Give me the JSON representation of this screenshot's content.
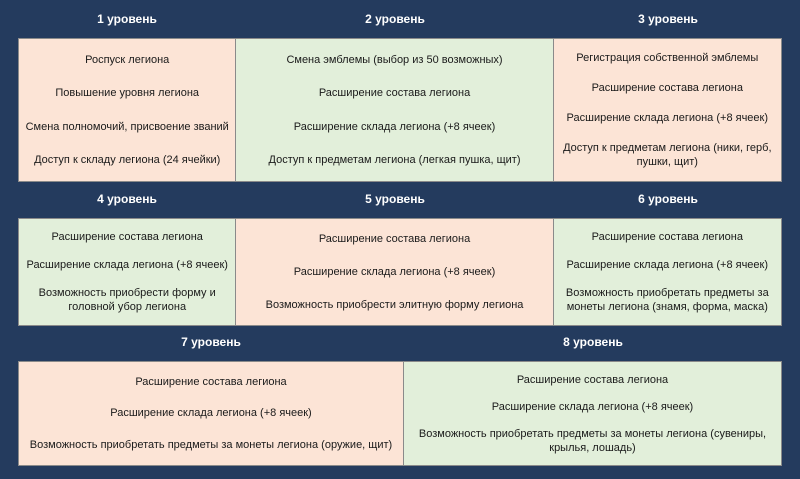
{
  "rows": [
    {
      "levels": [
        {
          "title": "1 уровень",
          "items": [
            "Роспуск легиона",
            "Повышение уровня легиона",
            "Смена полномочий, присвоение званий",
            "Доступ к складу легиона (24 ячейки)"
          ]
        },
        {
          "title": "2 уровень",
          "items": [
            "Смена эмблемы (выбор из 50 возможных)",
            "Расширение состава легиона",
            "Расширение склада легиона (+8 ячеек)",
            "Доступ к предметам легиона (легкая пушка, щит)"
          ]
        },
        {
          "title": "3 уровень",
          "items": [
            "Регистрация собственной эмблемы",
            "Расширение состава легиона",
            "Расширение склада легиона (+8 ячеек)",
            "Доступ к предметам легиона (ники, герб, пушки, щит)"
          ]
        }
      ]
    },
    {
      "levels": [
        {
          "title": "4 уровень",
          "items": [
            "Расширение состава легиона",
            "Расширение склада легиона (+8 ячеек)",
            "Возможность приобрести форму и головной убор легиона"
          ]
        },
        {
          "title": "5 уровень",
          "items": [
            "Расширение состава легиона",
            "Расширение склада легиона (+8 ячеек)",
            "Возможность приобрести элитную форму легиона"
          ]
        },
        {
          "title": "6 уровень",
          "items": [
            "Расширение состава легиона",
            "Расширение склада легиона (+8 ячеек)",
            "Возможность приобретать предметы за монеты легиона (знамя, форма, маска)"
          ]
        }
      ]
    },
    {
      "levels": [
        {
          "title": "7 уровень",
          "items": [
            "Расширение состава легиона",
            "Расширение склада легиона (+8 ячеек)",
            "Возможность приобретать предметы за монеты легиона (оружие, щит)"
          ]
        },
        {
          "title": "8 уровень",
          "items": [
            "Расширение состава легиона",
            "Расширение склада легиона (+8 ячеек)",
            "Возможность приобретать предметы за монеты легиона (сувениры, крылья, лошадь)"
          ]
        }
      ]
    }
  ],
  "colors": {
    "background": "#243b5e",
    "peach": "#fce4d6",
    "green": "#e2efda",
    "heading_text": "#ffffff"
  }
}
